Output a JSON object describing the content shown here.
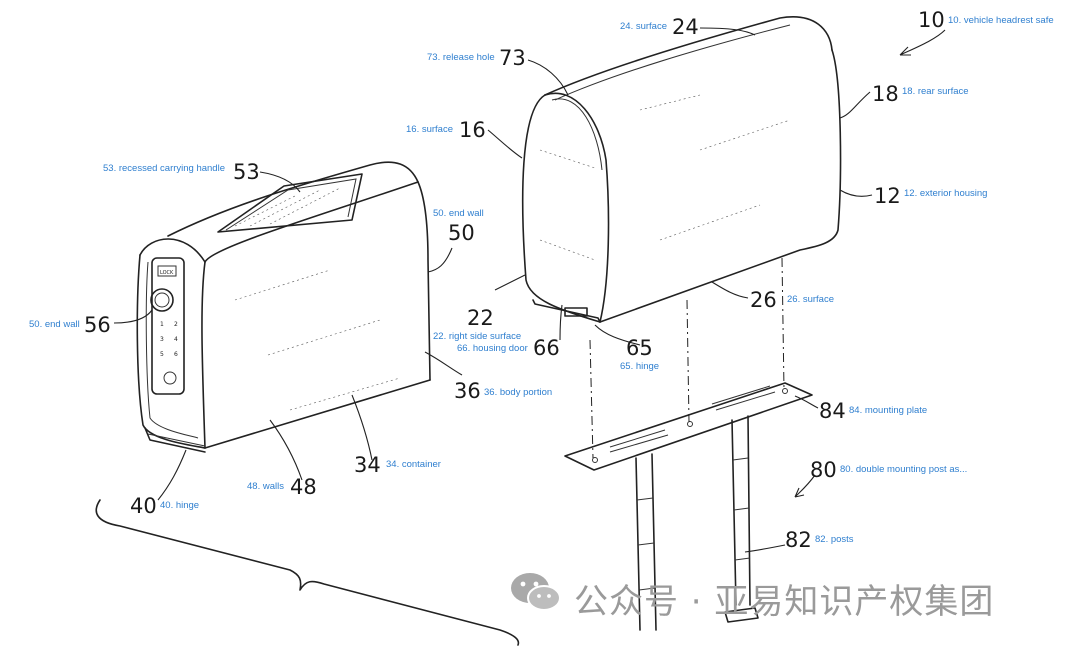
{
  "figure": {
    "references": [
      {
        "num": "10",
        "label": "10. vehicle headrest safe"
      },
      {
        "num": "24",
        "label": "24. surface"
      },
      {
        "num": "73",
        "label": "73. release hole"
      },
      {
        "num": "18",
        "label": "18. rear surface"
      },
      {
        "num": "16",
        "label": "16. surface"
      },
      {
        "num": "12",
        "label": "12. exterior housing"
      },
      {
        "num": "53",
        "label": "53. recessed carrying handle"
      },
      {
        "num": "50",
        "label": "50. end wall"
      },
      {
        "num": "56",
        "label": "50. end wall"
      },
      {
        "num": "22",
        "label": "22. right side surface"
      },
      {
        "num": "66",
        "label": "66. housing door"
      },
      {
        "num": "65",
        "label": "65. hinge"
      },
      {
        "num": "26",
        "label": "26. surface"
      },
      {
        "num": "36",
        "label": "36. body portion"
      },
      {
        "num": "84",
        "label": "84. mounting plate"
      },
      {
        "num": "34",
        "label": "34. container"
      },
      {
        "num": "48",
        "label": "48. walls"
      },
      {
        "num": "40",
        "label": "40. hinge"
      },
      {
        "num": "80",
        "label": "80. double mounting post as..."
      },
      {
        "num": "82",
        "label": "82. posts"
      }
    ],
    "keypad": {
      "display": "LOCK",
      "keys": [
        "1",
        "2",
        "3",
        "4",
        "5",
        "6"
      ]
    }
  },
  "watermark": {
    "text": "公众号 · 亚易知识产权集团"
  }
}
